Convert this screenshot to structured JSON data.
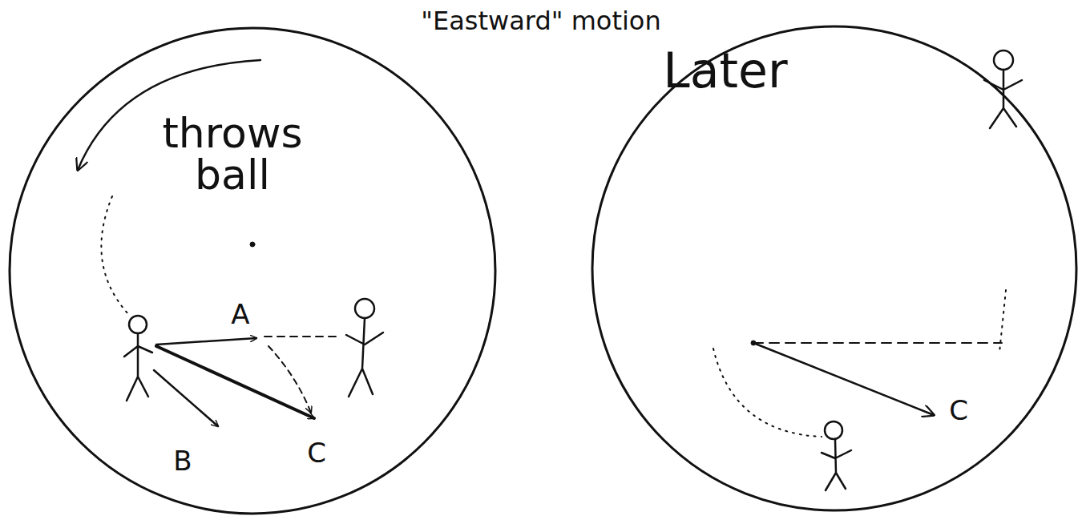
{
  "diagram": {
    "title": "\"Eastward\" motion",
    "labels": [
      "throws ball",
      "A",
      "B",
      "C",
      "Later",
      "C"
    ]
  }
}
